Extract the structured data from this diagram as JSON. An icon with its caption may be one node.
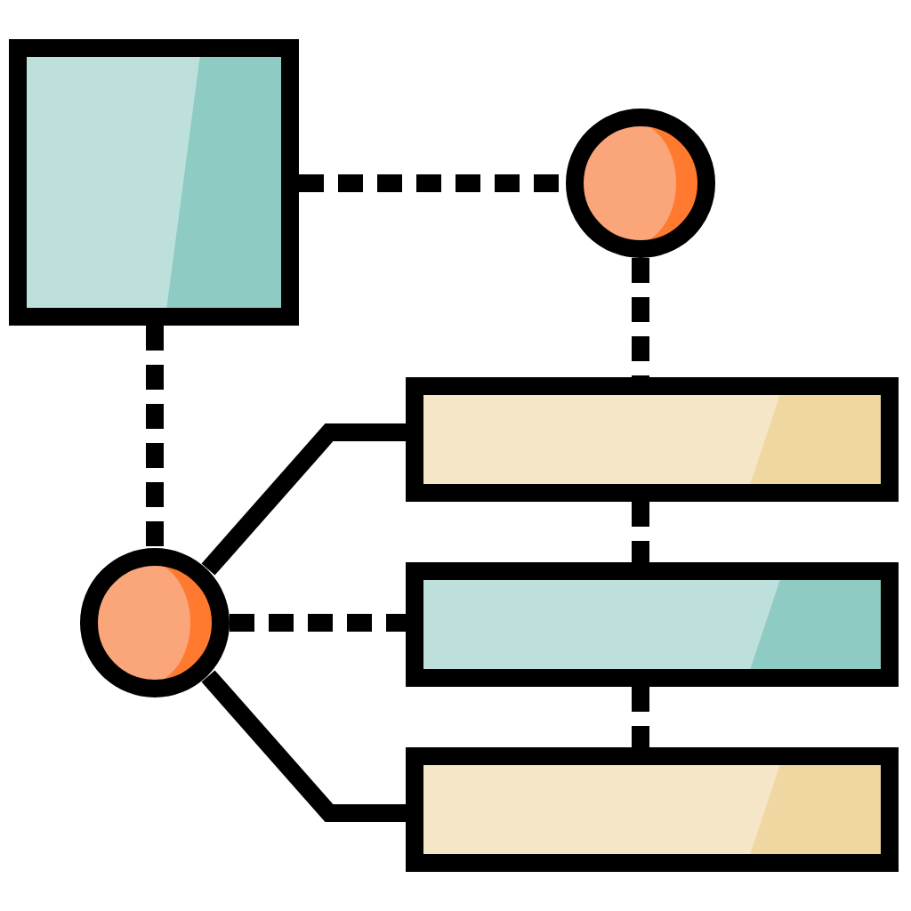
{
  "diagram": {
    "nodes": [
      {
        "text": [],
        "shape": "box"
      },
      {
        "text": [],
        "shape": "circle"
      },
      {
        "text": [],
        "shape": "bar"
      },
      {
        "text": [],
        "shape": "circle"
      },
      {
        "text": [],
        "shape": "bar"
      },
      {
        "text": [],
        "shape": "bar"
      }
    ],
    "edges": [
      {
        "from": 0,
        "to": 1,
        "arrow": "none",
        "style": "dashed"
      },
      {
        "from": 1,
        "to": 2,
        "arrow": "none",
        "style": "dashed"
      },
      {
        "from": 0,
        "to": 3,
        "arrow": "none",
        "style": "dashed"
      },
      {
        "from": 3,
        "to": 2,
        "arrow": "none"
      },
      {
        "from": 3,
        "to": 4,
        "arrow": "none",
        "style": "dashed"
      },
      {
        "from": 3,
        "to": 5,
        "arrow": "none"
      },
      {
        "from": 2,
        "to": 4,
        "arrow": "none",
        "style": "dashed"
      },
      {
        "from": 4,
        "to": 5,
        "arrow": "none",
        "style": "dashed"
      }
    ]
  }
}
